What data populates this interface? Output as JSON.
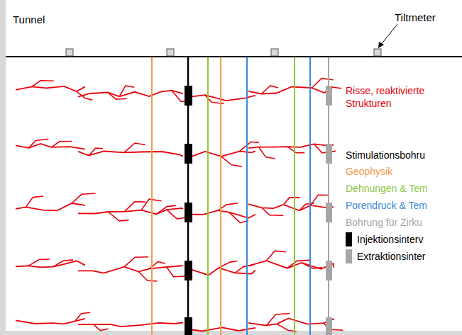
{
  "diagram": {
    "labels": [
      "Tunnel",
      "Tiltmeter"
    ],
    "legend": [
      {
        "text": "Risse, reaktivierte Strukturen",
        "color": "#e8000b"
      },
      {
        "text": "Stimulationsbohru",
        "color": "#000000"
      },
      {
        "text": "Geophysik",
        "color": "#f39b4a"
      },
      {
        "text": "Dehnungen & Tem",
        "color": "#8cc63f"
      },
      {
        "text": "Porendruck & Tem",
        "color": "#3b8ad8"
      },
      {
        "text": "Bohrung für Zirku",
        "color": "#a6a6a6"
      },
      {
        "text": "Injektionsinterv",
        "color": "#000000"
      },
      {
        "text": "Extraktionsinter",
        "color": "#a6a6a6"
      }
    ]
  }
}
